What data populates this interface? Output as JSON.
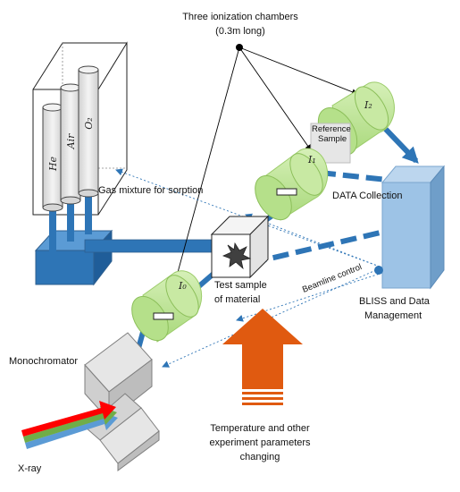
{
  "labels": {
    "chambers_line1": "Three ionization chambers",
    "chambers_line2": "(0.3m long)",
    "reference_line1": "Reference",
    "reference_line2": "Sample",
    "gas_mixture": "Gas mixture for sorption",
    "data_collection": "DATA Collection",
    "beamline_control": "Beamline control",
    "test_sample_line1": "Test sample",
    "test_sample_line2": "of material",
    "bliss_line1": "BLISS and Data",
    "bliss_line2": "Management",
    "monochromator": "Monochromator",
    "temperature_line1": "Temperature and other",
    "temperature_line2": "experiment parameters",
    "temperature_line3": "changing",
    "xray": "X-ray"
  },
  "gas_cylinders": [
    "He",
    "Air",
    "O₂"
  ],
  "chambers": [
    "I₀",
    "I₁",
    "I₂"
  ],
  "colors": {
    "chamber_green": "#b5e08a",
    "flow_blue": "#2e75b6",
    "box_blue": "#9dc3e6",
    "arrow_orange": "#e05a10",
    "monochromator_gray": "#d9d9d9",
    "xray_red": "#ff0000",
    "xray_green": "#70ad47",
    "xray_blue": "#5b9bd5"
  }
}
